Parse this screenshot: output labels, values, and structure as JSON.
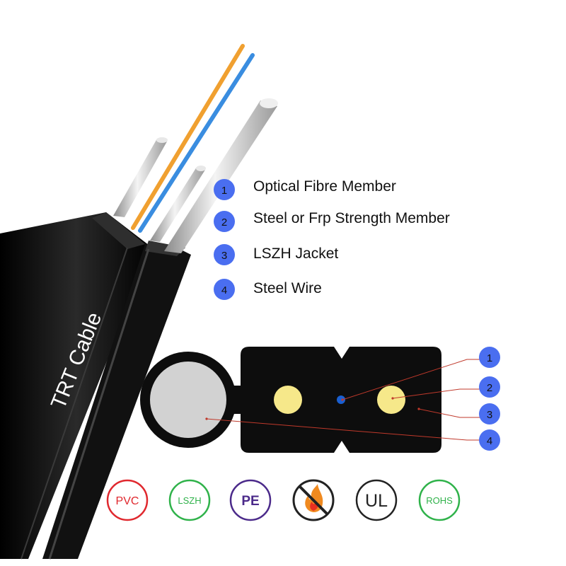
{
  "cable_print": "TRT Cable",
  "legend": [
    {
      "number": "1",
      "label": "Optical Fibre Member"
    },
    {
      "number": "2",
      "label": "Steel or Frp Strength Member"
    },
    {
      "number": "3",
      "label": "LSZH Jacket"
    },
    {
      "number": "4",
      "label": "Steel Wire"
    }
  ],
  "callouts": [
    "1",
    "2",
    "3",
    "4"
  ],
  "certifications": [
    {
      "label": "PVC",
      "color": "#e0282e"
    },
    {
      "label": "LSZH",
      "color": "#2fb24a"
    },
    {
      "label": "PE",
      "color": "#4b2a8a"
    },
    {
      "label": "",
      "icon": "no-fire-icon",
      "color": "#222222"
    },
    {
      "label": "UL",
      "color": "#222222"
    },
    {
      "label": "ROHS",
      "color": "#2fb24a"
    }
  ],
  "colors": {
    "badge": "#4a6ef0",
    "fibre_orange": "#f0a030",
    "fibre_blue": "#3a8de0",
    "jacket": "#0d0d0d",
    "wire": "#d0d0d0",
    "strength_member": "#f6e88a",
    "leader": "#c0392b"
  }
}
